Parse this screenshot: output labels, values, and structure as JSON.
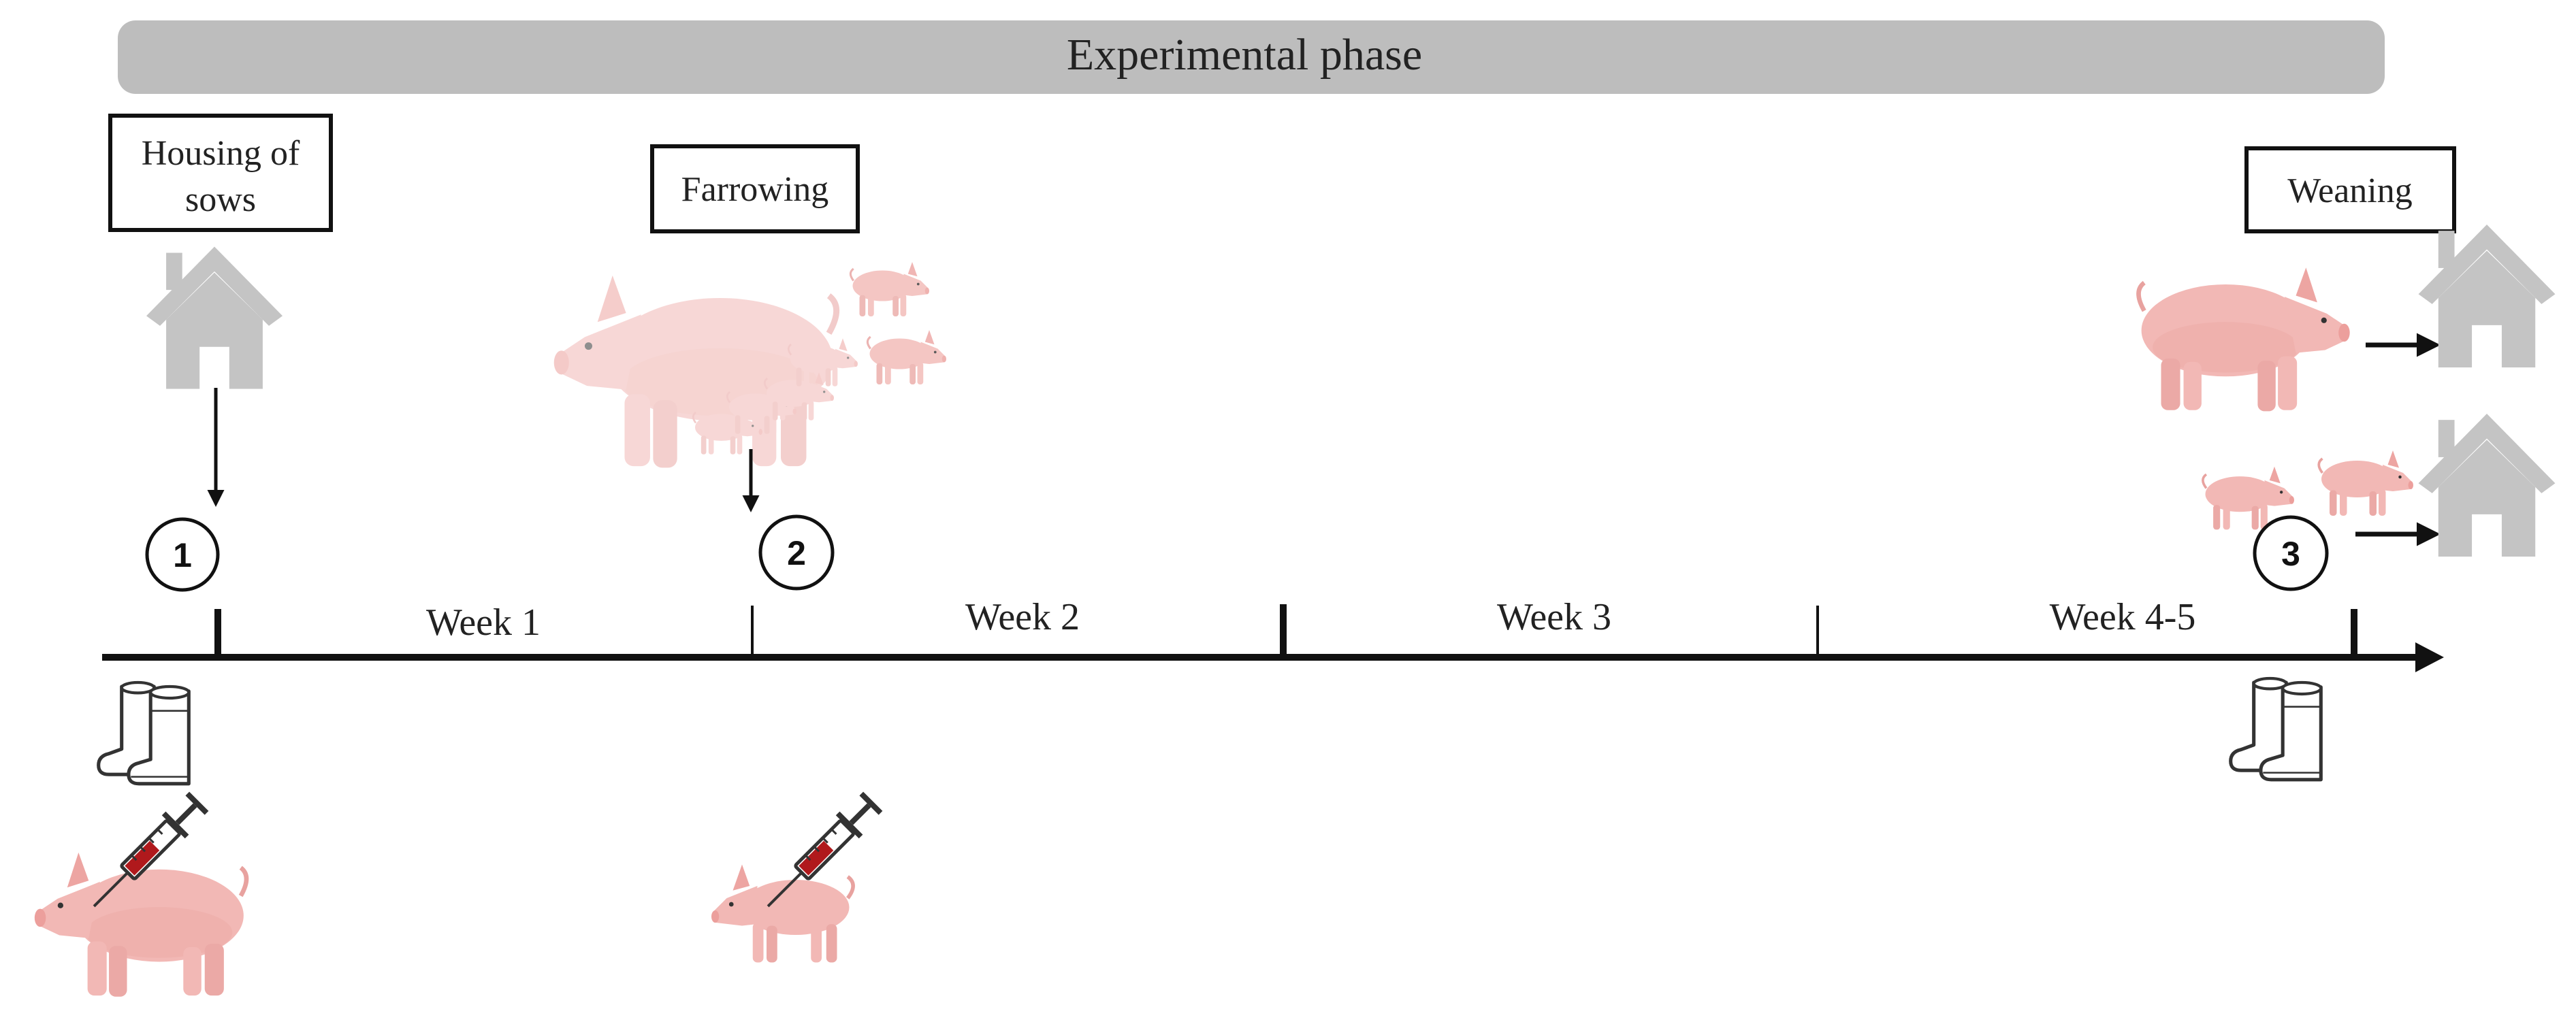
{
  "banner": {
    "title": "Experimental phase",
    "color": "#bdbdbd"
  },
  "events": [
    {
      "number": "1",
      "label_lines": [
        "Housing of",
        "sows"
      ]
    },
    {
      "number": "2",
      "label": "Farrowing"
    },
    {
      "number": "3",
      "label": "Weaning"
    }
  ],
  "timeline": {
    "weeks": [
      "Week 1",
      "Week 2",
      "Week 3",
      "Week 4-5"
    ]
  },
  "icons": {
    "house": "house-icon",
    "pig": "pig-icon",
    "piglet": "piglet-icon",
    "syringe": "syringe-icon",
    "boots": "boots-icon"
  },
  "colors": {
    "pig": "#f2b8b5",
    "pig_shade": "#e8a29f",
    "pig_faded": "#f8dcdb",
    "house": "#c4c4c4",
    "line": "#111111",
    "blood": "#b0191c"
  }
}
